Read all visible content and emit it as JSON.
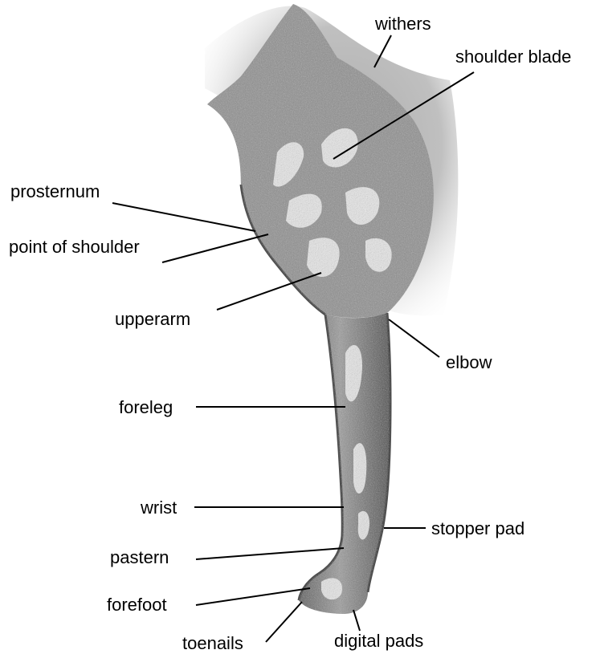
{
  "labels": {
    "withers": "withers",
    "shoulder_blade": "shoulder blade",
    "prosternum": "prosternum",
    "point_of_shoulder": "point of shoulder",
    "upperarm": "upperarm",
    "elbow": "elbow",
    "foreleg": "foreleg",
    "wrist": "wrist",
    "stopper_pad": "stopper pad",
    "pastern": "pastern",
    "forefoot": "forefoot",
    "toenails": "toenails",
    "digital_pads": "digital pads"
  },
  "colors": {
    "ink": "#000000",
    "sketch_dark": "#3a3a3a",
    "sketch_mid": "#7a7a7a",
    "sketch_light": "#d9d9d9",
    "background": "#ffffff"
  }
}
